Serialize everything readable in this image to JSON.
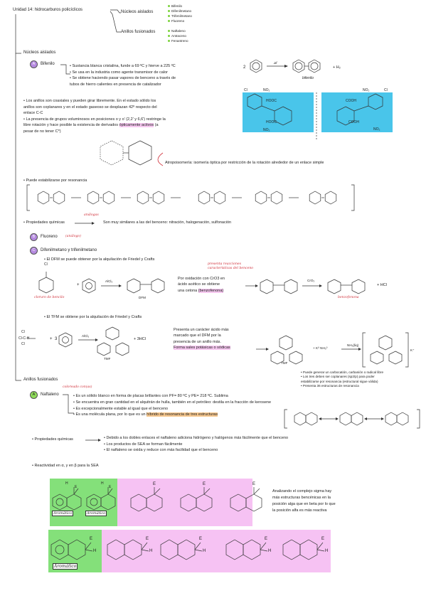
{
  "header": {
    "unit": "Unidad 14: hidrocarburos policíclicos",
    "branch1": "Núcleos aislados",
    "branch1_items": [
      "Bifenilo",
      "Difenilmetano",
      "Trifenilmetano",
      "Fluoreno"
    ],
    "branch2": "Anillos fusionados",
    "branch2_items": [
      "Naftaleno",
      "Antraceno",
      "Fenantreno"
    ]
  },
  "nucleos": {
    "heading": "Núcleos aislados",
    "a_letter": "A",
    "a_title": "Bifenilo",
    "a_lines": [
      "• Sustancia blanca cristalina, funde a 69 ºC y hierve a 225 ºC",
      "• Se usa en la industria como agente transmisor de calor",
      "• Se obtiene haciendo pasar vapores de benceno a través de",
      "  tubos de hierro calientes en presencia de catalizador"
    ],
    "reaction_label": "bifenilo",
    "reaction_two": "2",
    "reaction_h2": "+ H₂",
    "reaction_delta": "Δf",
    "coax_lines": [
      "• Los anillos son coaxiales y pueden girar libremente. En el estado sólido los",
      "  anillos son coplanares y en el estado gaseoso se desplazan 42º respecto del",
      "  enlace C-C",
      "• La presencia de grupos voluminosos en posiciones o y o' (2,2' y 6,6') restringe la",
      "  libre rotación y hace posible la existencia de derivados"
    ],
    "coax_hl": "ópticamente activos",
    "coax_tail": " (a",
    "coax_tail2": "  pesar de no tener C*)",
    "atropo": "Atropoisomería: isomería óptica por restricción de la rotación alrededor de un enlace simple",
    "resonancia": "• Puede estabilizarse por resonancia",
    "prop_quimicas": "• Propiedades químicas",
    "prop_text": "Son muy similares a las del benceno: nitración, halogenación, sulfonación",
    "prop_note": "análogas",
    "b_letter": "B",
    "b_title": "Fluoreno",
    "b_note": "(análogo)",
    "c_letter": "C",
    "c_title": "Difenilmetano y trifenilmetano",
    "dfm_line": "• El DFM se puede obtener por la alquilación de Friedel y Crafts",
    "dfm_note1": "presenta reacciones",
    "dfm_note2": "características del benceno",
    "dfm_benzyl": "cloruro de bencilo",
    "dfm_label": "DFM",
    "dfm_cat": "AlCl₃",
    "dfm_ox1": "Por oxidación con CrO3 en",
    "dfm_ox2": "ácido acético se obtiene",
    "dfm_ox3": "una cetona",
    "dfm_ox_hl": "(benzofenona)",
    "dfm_co2": "CrO₃",
    "dfm_hcl": "+ HCl",
    "benzofenona": "benzofenona",
    "tfm_line": "• El TFM se obtiene por la alquilación de Friedel y Crafts",
    "tfm_cat": "AlCl₃",
    "tfm_label": "TMF",
    "tfm_3": "3",
    "tfm_hcl": "+ 3HCl",
    "tfm_acid1": "Presenta un carácter ácido más",
    "tfm_acid2": "marcado que el DFM por la",
    "tfm_acid3": "presencia de un anillo más.",
    "tfm_acid_hl": "Forma sales potásicas o sódicas",
    "tfm_k": "+ K⁰ NH₃⁰",
    "tfm_nh": "NH₃(liq)",
    "tfm_kplus": "K⁺",
    "tfm_notes": [
      "• Puede generar un carbocatión, carbanión o radical libre",
      "• Los tres deben ser coplanares (sp2/p) para poder",
      "  estabilizarse por resonancia (estructural sigue válida)",
      "• Presenta 36 estructuras de resonancia"
    ]
  },
  "fusionados": {
    "heading": "Anillos fusionados",
    "a_letter": "A",
    "a_title": "Naftaleno",
    "a_note": "coloreado con(as)",
    "lines": [
      "• Es un sólido blanco en forma de placas brillantes con PF= 80 ºC y PE= 218 ºC. Sublima",
      "• Se encuentra en gran cantidad en el alquitrán de hulla, también en el petróleo: destila en la fracción de kerosene",
      "• Es excepcionalmente estable al igual que el benceno"
    ],
    "plane": "• Es una molécula plana, por lo que es un",
    "plane_hl": "híbrido de resonancia de tres estructuras",
    "prop": "• Propiedades químicas",
    "prop_lines": [
      "• Debido a los dobles enlaces el naftaleno adiciona hidrógeno y halógenos más fácilmente que el benceno",
      "• Los productos de SEA se forman fácilmente",
      "• El naftaleno se oxida y reduce con más facilidad que el benceno"
    ],
    "reactividad": "• Reactividad en α, y en β para la SEA",
    "complex1": "Analizando el complejo sigma hay",
    "complex2": "más estructuras bencénicas en la",
    "complex3": "posición alga que en beta por lo que",
    "complex4": "la posición alfa es más reactiva",
    "aromatico": "Aromático",
    "E": "E",
    "H": "H"
  }
}
